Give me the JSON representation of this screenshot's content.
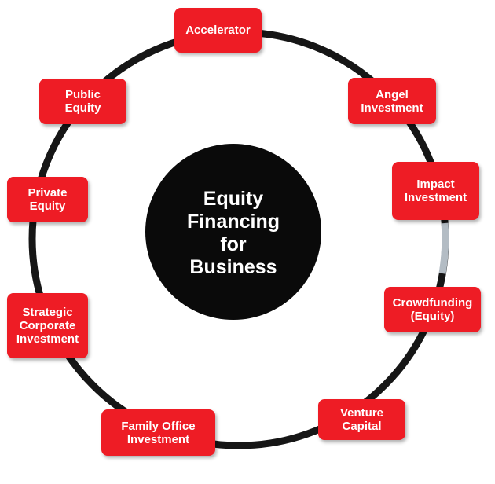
{
  "diagram": {
    "center_label": "Equity\nFinancing\nfor\nBusiness",
    "nodes": [
      {
        "label": "Accelerator"
      },
      {
        "label": "Angel\nInvestment"
      },
      {
        "label": "Impact\nInvestment"
      },
      {
        "label": "Crowdfunding\n(Equity)"
      },
      {
        "label": "Venture\nCapital"
      },
      {
        "label": "Family Office\nInvestment"
      },
      {
        "label": "Strategic\nCorporate\nInvestment"
      },
      {
        "label": "Private\nEquity"
      },
      {
        "label": "Public\nEquity"
      }
    ],
    "colors": {
      "node_fill": "#ee1c25",
      "node_text": "#ffffff",
      "center_fill": "#0a0a0a",
      "ring_stroke": "#161616",
      "ring_highlight": "#b3bcc4"
    }
  }
}
